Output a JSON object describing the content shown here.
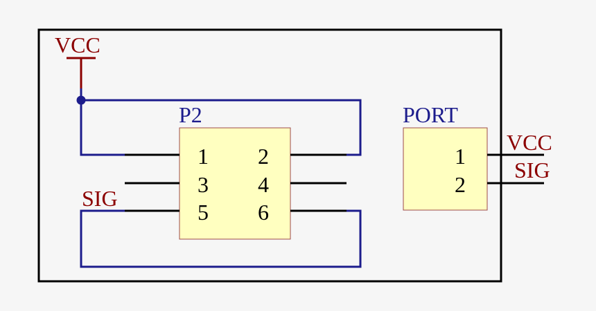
{
  "colors": {
    "background": "#f6f6f6",
    "frame": "#000000",
    "wire": "#1c1c8c",
    "power_label": "#8b0000",
    "component_fill": "#ffffc0",
    "component_border": "#9e4a4a",
    "pin": "#000000",
    "junction": "#1c1c8c"
  },
  "power_port": {
    "label": "VCC"
  },
  "net_labels": {
    "sig_left": "SIG",
    "vcc_right": "VCC",
    "sig_right": "SIG"
  },
  "components": {
    "p2": {
      "designator": "P2",
      "pins": [
        "1",
        "2",
        "3",
        "4",
        "5",
        "6"
      ]
    },
    "port": {
      "designator": "PORT",
      "pins": [
        "1",
        "2"
      ]
    }
  }
}
